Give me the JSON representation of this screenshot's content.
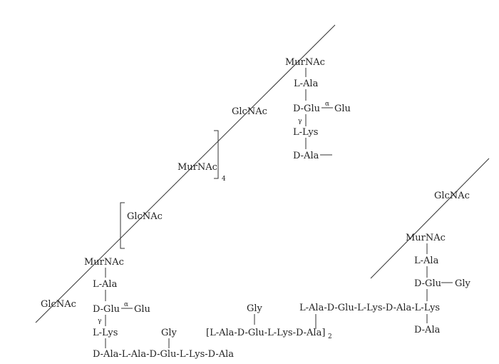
{
  "labels": {
    "murnac_top": "MurNAc",
    "lala_top": "L-Ala",
    "dglu_top": "D-Glu",
    "alpha_top": "α",
    "glu_top": "Glu",
    "gamma_top": "γ",
    "llys_top": "L-Lys",
    "dala_top": "D-Ala",
    "glcnac_upper": "GlcNAc",
    "murnac_repeat": "MurNAc",
    "repeat_count": "4",
    "glcnac_repeat": "GlcNAc",
    "murnac_left": "MurNAc",
    "lala_left": "L-Ala",
    "glcnac_left": "GlcNAc",
    "dglu_left": "D-Glu",
    "alpha_left": "α",
    "glu_left": "Glu",
    "gamma_left": "γ",
    "llys_left": "L-Lys",
    "gly_lower": "Gly",
    "bottom_chain": "D-Ala-L-Ala-D-Glu-L-Lys-D-Ala",
    "gly_mid": "Gly",
    "bridge_chain": "[L-Ala-D-Glu-L-Lys-D-Ala]",
    "bridge_subscript": "2",
    "right_chain": "L-Ala-D-Glu-L-Lys-D-Ala-L-Lys",
    "glcnac_right": "GlcNAc",
    "murnac_right": "MurNAc",
    "lala_right": "L-Ala",
    "dglu_right": "D-Glu",
    "gly_right": "Gly",
    "dala_right": "D-Ala"
  }
}
